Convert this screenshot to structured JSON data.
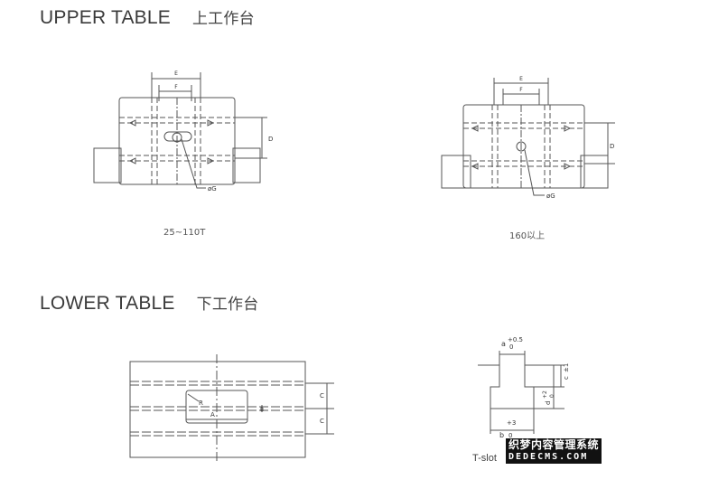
{
  "upper_table": {
    "title": "UPPER TABLE",
    "title_cn": "上工作台",
    "figure_left": {
      "caption": "25~110T",
      "labels": {
        "e": "E",
        "f": "F",
        "d": "D",
        "g": "øG"
      }
    },
    "figure_right": {
      "caption": "160以上",
      "labels": {
        "e": "E",
        "f": "F",
        "d": "D",
        "g": "øG"
      }
    }
  },
  "lower_table": {
    "title": "LOWER TABLE",
    "title_cn": "下工作台",
    "figure_left": {
      "labels": {
        "r": "R",
        "a": "A",
        "b": "B",
        "c1": "C",
        "c2": "C"
      }
    },
    "figure_right": {
      "caption": "T-slot",
      "labels": {
        "a": "a",
        "a_tol_plus": "+0.5",
        "a_tol_minus": "0",
        "c": "c",
        "c_tol": "±1",
        "d": "d",
        "d_tol_plus": "+2",
        "d_tol_minus": "0",
        "b": "b",
        "b_tol_plus": "+3",
        "b_tol_minus": "0"
      }
    }
  },
  "watermark": {
    "line1": "织梦内容管理系统",
    "line2": "DEDECMS.COM"
  }
}
